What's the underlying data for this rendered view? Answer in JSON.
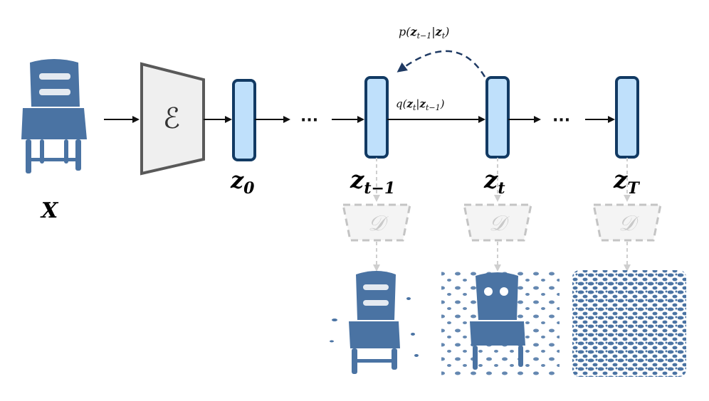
{
  "input": {
    "label": "X"
  },
  "encoder": {
    "symbol": "ℰ"
  },
  "decoder": {
    "symbol": "𝒟"
  },
  "ellipsis": "···",
  "latents": [
    {
      "id": "z0",
      "base": "z",
      "sub": "0"
    },
    {
      "id": "zt-1",
      "base": "z",
      "sub": "t−1"
    },
    {
      "id": "zt",
      "base": "z",
      "sub": "t"
    },
    {
      "id": "zT",
      "base": "z",
      "sub": "T"
    }
  ],
  "reverse_label": {
    "fn": "p(",
    "a": "z",
    "a_sub": "t−1",
    "bar": "|",
    "b": "z",
    "b_sub": "t",
    "close": ")"
  },
  "forward_label": {
    "fn": "q(",
    "a": "z",
    "a_sub": "t",
    "bar": "|",
    "b": "z",
    "b_sub": "t−1",
    "close": ")"
  },
  "colors": {
    "latent_fill": "#bfe0fb",
    "latent_stroke": "#123a63",
    "chair": "#4a73a3",
    "encoder_fill": "#efefef",
    "encoder_stroke": "#595959",
    "decoder_stroke": "#c4c4c4",
    "reverse_arrow": "#1f3a63"
  }
}
